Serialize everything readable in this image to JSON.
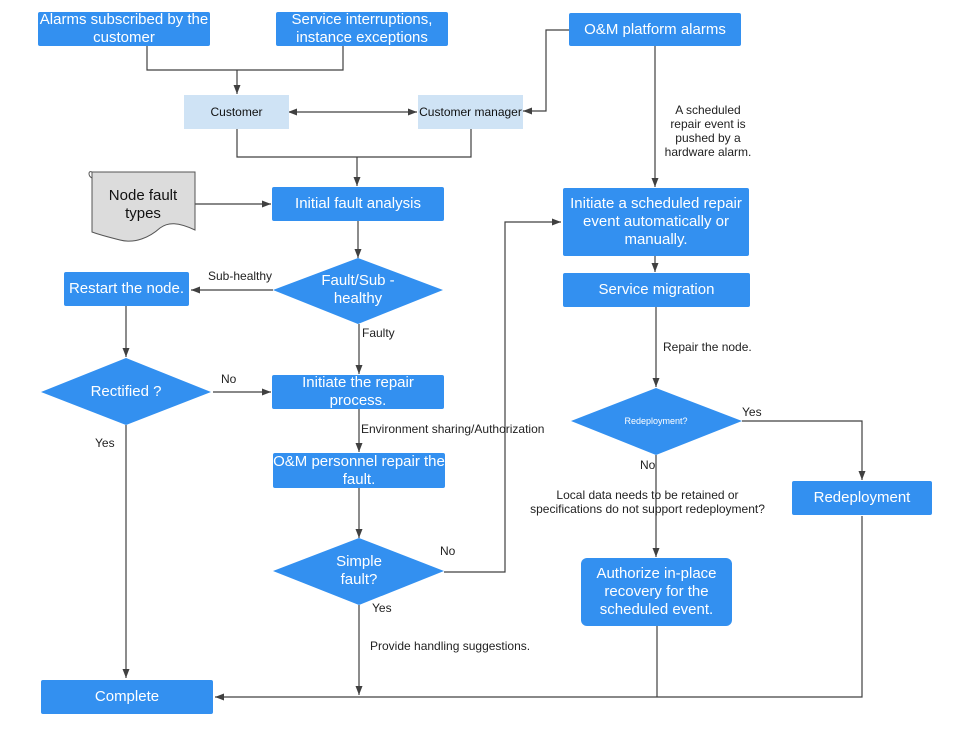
{
  "colors": {
    "primary": "#3390f0",
    "light": "#cfe3f5",
    "doc": "#dcdcdc",
    "line": "#404040"
  },
  "nodes": {
    "alarms_customer": "Alarms subscribed by the customer",
    "service_interruptions": "Service interruptions, instance exceptions",
    "om_platform_alarms": "O&M platform alarms",
    "customer": "Customer",
    "customer_manager": "Customer manager",
    "node_fault_types": "Node fault types",
    "initial_fault_analysis": "Initial fault analysis",
    "fault_sub_healthy": "Fault/Sub -healthy",
    "restart_node": "Restart the node.",
    "rectified": "Rectified ?",
    "initiate_repair": "Initiate the repair process.",
    "om_personnel_repair": "O&M personnel repair the fault.",
    "simple_fault": "Simple fault?",
    "complete": "Complete",
    "initiate_scheduled": "Initiate a scheduled repair event automatically or manually.",
    "service_migration": "Service migration",
    "redeployment_q": "Redeployment?",
    "redeployment": "Redeployment",
    "authorize_inplace": "Authorize in-place recovery for the scheduled event."
  },
  "labels": {
    "scheduled_pushed": "A scheduled repair event is pushed by a hardware alarm.",
    "sub_healthy": "Sub-healthy",
    "faulty": "Faulty",
    "no_rectified": "No",
    "yes_rectified": "Yes",
    "env_sharing": "Environment sharing/Authorization",
    "no_simple": "No",
    "yes_simple": "Yes",
    "handling_suggestions": "Provide handling suggestions.",
    "repair_node": "Repair the node.",
    "yes_redeploy": "Yes",
    "no_redeploy": "No",
    "local_data": "Local data needs to be retained or specifications do not support redeployment?"
  }
}
